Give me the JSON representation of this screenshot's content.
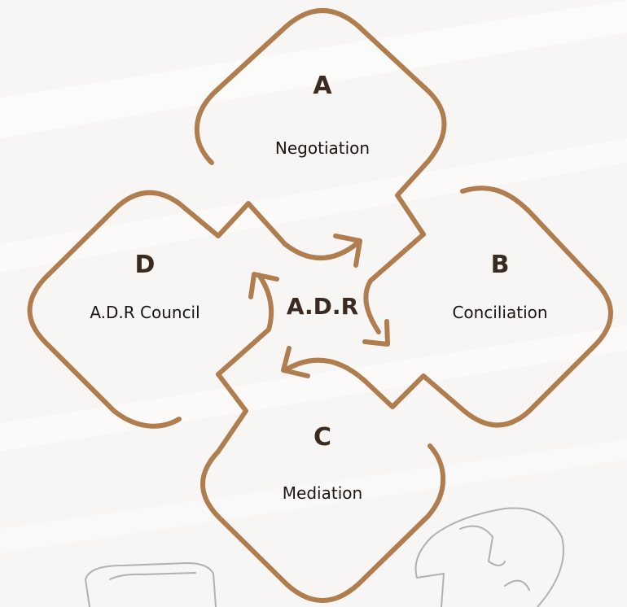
{
  "diagram": {
    "center_label": "A.D.R",
    "nodes": [
      {
        "letter": "A",
        "name": "Negotiation"
      },
      {
        "letter": "B",
        "name": "Conciliation"
      },
      {
        "letter": "C",
        "name": "Mediation"
      },
      {
        "letter": "D",
        "name": "A.D.R Council"
      }
    ]
  },
  "colors": {
    "stroke": "#b07d4f",
    "text": "#3a2a1f",
    "background": "#f7f6f5",
    "sketch": "#b5b0ab"
  }
}
